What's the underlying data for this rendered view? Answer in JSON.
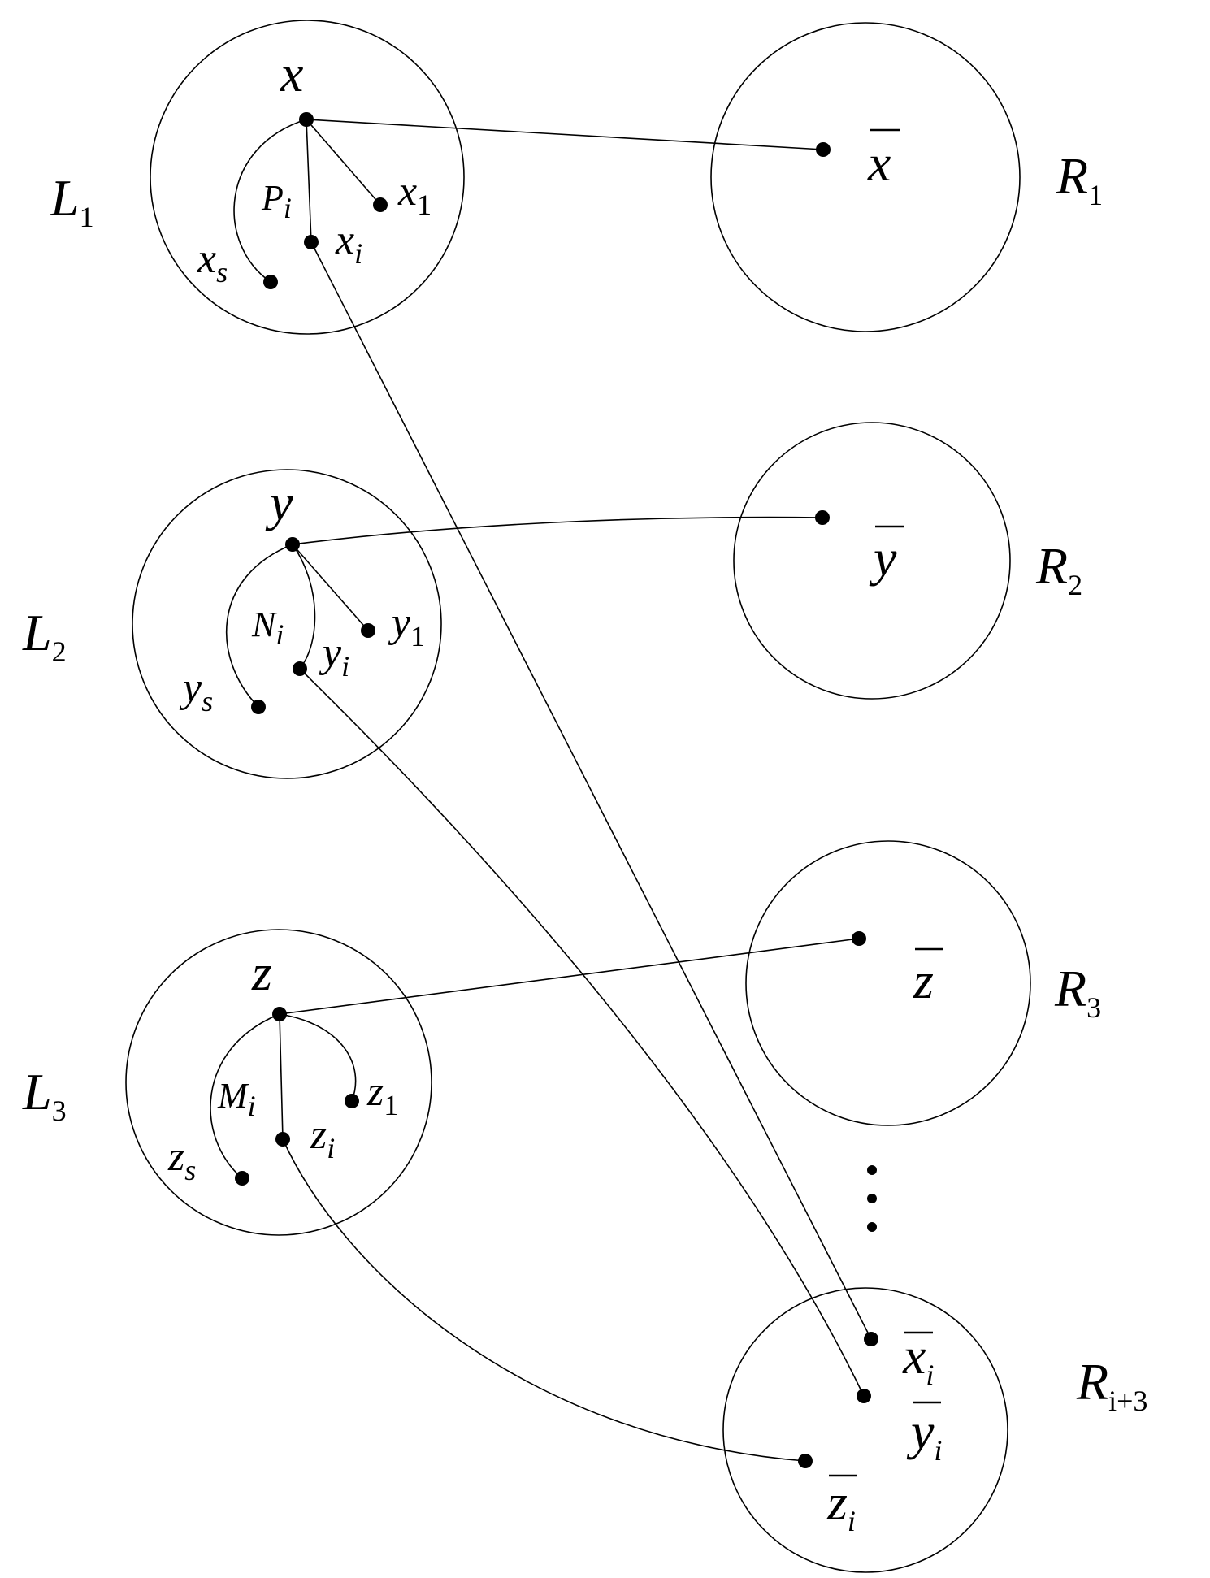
{
  "left_sets": [
    {
      "name": "L",
      "index": "1"
    },
    {
      "name": "L",
      "index": "2"
    },
    {
      "name": "L",
      "index": "3"
    }
  ],
  "right_sets": [
    {
      "name": "R",
      "index": "1"
    },
    {
      "name": "R",
      "index": "2"
    },
    {
      "name": "R",
      "index": "3"
    },
    {
      "name": "R",
      "index": "i+3"
    }
  ],
  "vertices": {
    "x": "x",
    "x1": "x",
    "x1_sub": "1",
    "xi": "x",
    "xi_sub": "i",
    "xs": "x",
    "xs_sub": "s",
    "y": "y",
    "y1": "y",
    "y1_sub": "1",
    "yi": "y",
    "yi_sub": "i",
    "ys": "y",
    "ys_sub": "s",
    "z": "z",
    "z1": "z",
    "z1_sub": "1",
    "zi": "z",
    "zi_sub": "i",
    "zs": "z",
    "zs_sub": "s",
    "xbar": "x",
    "ybar": "y",
    "zbar": "z",
    "xbar_i": "x",
    "xbar_i_sub": "i",
    "ybar_i": "y",
    "ybar_i_sub": "i",
    "zbar_i": "z",
    "zbar_i_sub": "i"
  },
  "paths": {
    "P": "P",
    "P_sub": "i",
    "N": "N",
    "N_sub": "i",
    "M": "M",
    "M_sub": "i"
  }
}
